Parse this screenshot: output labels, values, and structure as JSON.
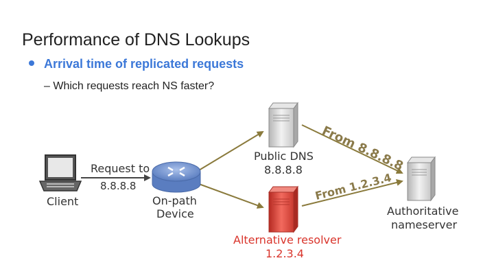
{
  "slide": {
    "title": "Performance of DNS Lookups",
    "bullet": "Arrival time of replicated requests",
    "subbullet": "– Which requests reach NS faster?"
  },
  "diagram": {
    "client_label": "Client",
    "request_label": "Request to",
    "request_ip": "8.8.8.8",
    "onpath_label_1": "On-path",
    "onpath_label_2": "Device",
    "public_dns_label": "Public DNS",
    "public_dns_ip": "8.8.8.8",
    "alt_resolver_label": "Alternative resolver",
    "alt_resolver_ip": "1.2.3.4",
    "auth_label_1": "Authoritative",
    "auth_label_2": "nameserver",
    "from_public": "From 8.8.8.8",
    "from_alt": "From 1.2.3.4"
  },
  "colors": {
    "accent_blue": "#3c78d8",
    "arrow_olive": "#8a7a3c",
    "alt_red": "#d9342b",
    "router_blue": "#6f8fc8"
  }
}
